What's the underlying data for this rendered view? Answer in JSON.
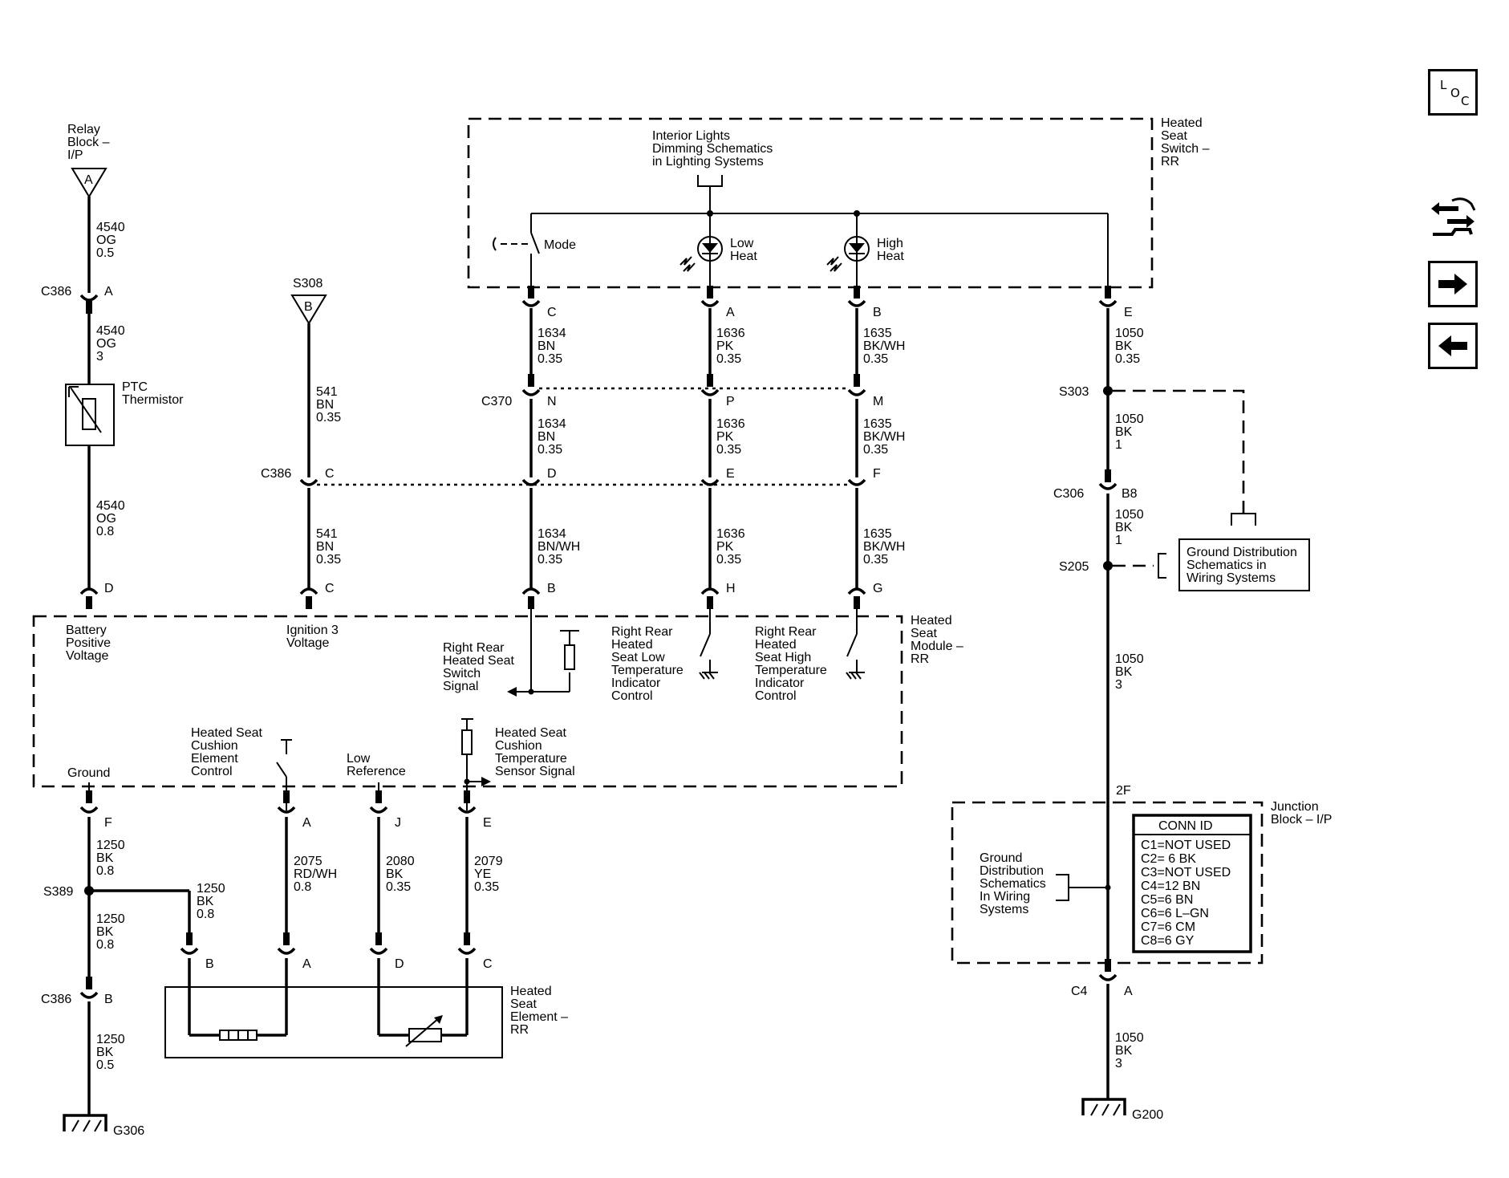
{
  "nav": {
    "loc_l": "L",
    "loc_o": "O",
    "loc_c": "C"
  },
  "relay_block": {
    "line1": "Relay",
    "line2": "Block –",
    "line3": "I/P",
    "pin": "A"
  },
  "s308": {
    "label": "S308",
    "pin": "B"
  },
  "w4540a": {
    "num": "4540",
    "color": "OG",
    "gauge": "0.5"
  },
  "c386_a": {
    "name": "C386",
    "pin": "A"
  },
  "w4540b": {
    "num": "4540",
    "color": "OG",
    "gauge": "3"
  },
  "ptc": {
    "line1": "PTC",
    "line2": "Thermistor"
  },
  "w4540c": {
    "num": "4540",
    "color": "OG",
    "gauge": "0.8"
  },
  "w541a": {
    "num": "541",
    "color": "BN",
    "gauge": "0.35"
  },
  "c386_c": {
    "name": "C386",
    "pin": "C"
  },
  "w541b": {
    "num": "541",
    "color": "BN",
    "gauge": "0.35"
  },
  "module_pins": {
    "d": "D",
    "c": "C",
    "b": "B",
    "h": "H",
    "g": "G",
    "f": "F",
    "a": "A",
    "j": "J",
    "e": "E"
  },
  "switch_box": {
    "title1": "Heated",
    "title2": "Seat",
    "title3": "Switch –",
    "title4": "RR",
    "dim1": "Interior Lights",
    "dim2": "Dimming Schematics",
    "dim3": "in Lighting Systems",
    "mode": "Mode",
    "low1": "Low",
    "low2": "Heat",
    "high1": "High",
    "high2": "Heat",
    "pin_c": "C",
    "pin_a": "A",
    "pin_b": "B",
    "pin_e": "E"
  },
  "w1634a": {
    "num": "1634",
    "color": "BN",
    "gauge": "0.35"
  },
  "w1636a": {
    "num": "1636",
    "color": "PK",
    "gauge": "0.35"
  },
  "w1635a": {
    "num": "1635",
    "color": "BK/WH",
    "gauge": "0.35"
  },
  "c370": {
    "name": "C370",
    "pin_n": "N",
    "pin_p": "P",
    "pin_m": "M"
  },
  "w1634b": {
    "num": "1634",
    "color": "BN",
    "gauge": "0.35"
  },
  "w1636b": {
    "num": "1636",
    "color": "PK",
    "gauge": "0.35"
  },
  "w1635b": {
    "num": "1635",
    "color": "BK/WH",
    "gauge": "0.35"
  },
  "c386_def": {
    "pin_d": "D",
    "pin_e": "E",
    "pin_f": "F"
  },
  "w1634c": {
    "num": "1634",
    "color": "BN/WH",
    "gauge": "0.35"
  },
  "w1636c": {
    "num": "1636",
    "color": "PK",
    "gauge": "0.35"
  },
  "w1635c": {
    "num": "1635",
    "color": "BK/WH",
    "gauge": "0.35"
  },
  "module": {
    "title1": "Heated",
    "title2": "Seat",
    "title3": "Module –",
    "title4": "RR",
    "batt1": "Battery",
    "batt2": "Positive",
    "batt3": "Voltage",
    "ign1": "Ignition 3",
    "ign2": "Voltage",
    "sw1": "Right Rear",
    "sw2": "Heated Seat",
    "sw3": "Switch",
    "sw4": "Signal",
    "low1": "Right Rear",
    "low2": "Heated",
    "low3": "Seat Low",
    "low4": "Temperature",
    "low5": "Indicator",
    "low6": "Control",
    "high1": "Right Rear",
    "high2": "Heated",
    "high3": "Seat High",
    "high4": "Temperature",
    "high5": "Indicator",
    "high6": "Control",
    "gnd": "Ground",
    "cush1": "Heated Seat",
    "cush2": "Cushion",
    "cush3": "Element",
    "cush4": "Control",
    "lowref1": "Low",
    "lowref2": "Reference",
    "temp1": "Heated Seat",
    "temp2": "Cushion",
    "temp3": "Temperature",
    "temp4": "Sensor Signal"
  },
  "w1250a": {
    "num": "1250",
    "color": "BK",
    "gauge": "0.8"
  },
  "s389": {
    "label": "S389"
  },
  "w1250b": {
    "num": "1250",
    "color": "BK",
    "gauge": "0.8"
  },
  "w1250c": {
    "num": "1250",
    "color": "BK",
    "gauge": "0.8"
  },
  "c386_b": {
    "name": "C386",
    "pin": "B"
  },
  "w1250d": {
    "num": "1250",
    "color": "BK",
    "gauge": "0.5"
  },
  "g306": {
    "label": "G306"
  },
  "w2075": {
    "num": "2075",
    "color": "RD/WH",
    "gauge": "0.8"
  },
  "w2080": {
    "num": "2080",
    "color": "BK",
    "gauge": "0.35"
  },
  "w2079": {
    "num": "2079",
    "color": "YE",
    "gauge": "0.35"
  },
  "element": {
    "title1": "Heated",
    "title2": "Seat",
    "title3": "Element –",
    "title4": "RR",
    "pin_b": "B",
    "pin_a": "A",
    "pin_d": "D",
    "pin_c": "C"
  },
  "w1050a": {
    "num": "1050",
    "color": "BK",
    "gauge": "0.35"
  },
  "s303": {
    "label": "S303"
  },
  "w1050b": {
    "num": "1050",
    "color": "BK",
    "gauge": "1"
  },
  "c306": {
    "name": "C306",
    "pin": "B8"
  },
  "w1050c": {
    "num": "1050",
    "color": "BK",
    "gauge": "1"
  },
  "s205": {
    "label": "S205"
  },
  "gds1": {
    "line1": "Ground Distribution",
    "line2": "Schematics in",
    "line3": "Wiring Systems"
  },
  "w1050d": {
    "num": "1050",
    "color": "BK",
    "gauge": "3"
  },
  "junction": {
    "pin": "2F",
    "title1": "Junction",
    "title2": "Block – I/P",
    "gds1": "Ground",
    "gds2": "Distribution",
    "gds3": "Schematics",
    "gds4": "In Wiring",
    "gds5": "Systems"
  },
  "conn_table": {
    "header": "CONN ID",
    "rows": [
      "C1=NOT USED",
      "C2= 6 BK",
      "C3=NOT USED",
      "C4=12 BN",
      "C5=6 BN",
      "C6=6 L–GN",
      "C7=6 CM",
      "C8=6 GY"
    ]
  },
  "c4": {
    "name": "C4",
    "pin": "A"
  },
  "w1050e": {
    "num": "1050",
    "color": "BK",
    "gauge": "3"
  },
  "g200": {
    "label": "G200"
  }
}
